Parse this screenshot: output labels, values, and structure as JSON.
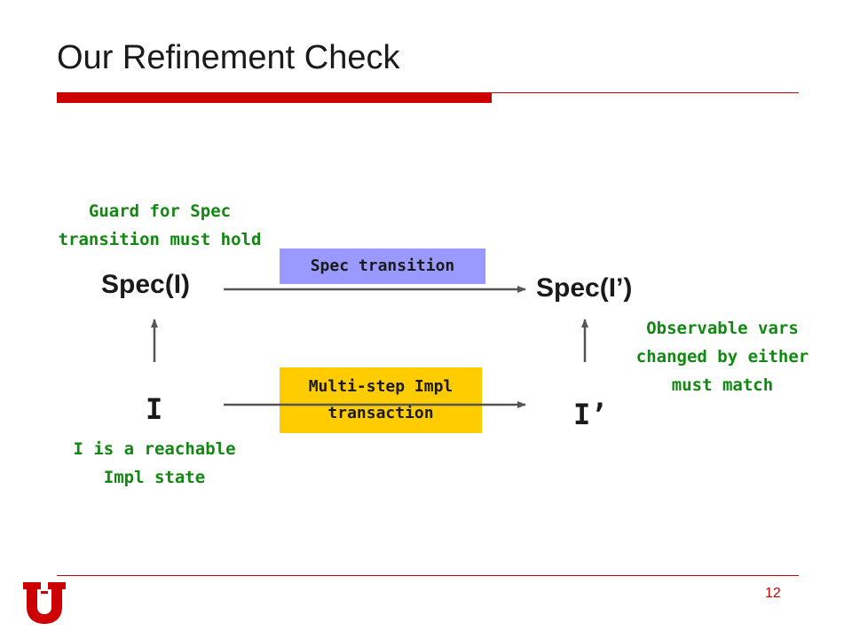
{
  "slide": {
    "title": "Our Refinement Check",
    "page_number": "12"
  },
  "nodes": {
    "spec_i": "Spec(I)",
    "spec_i_prime": "Spec(I’)",
    "impl_i": "I",
    "impl_i_prime": "I’"
  },
  "transitions": {
    "spec_label": "Spec transition",
    "impl_label_line1": "Multi-step Impl",
    "impl_label_line2": "transaction"
  },
  "annotations": {
    "guard_line1": "Guard for Spec",
    "guard_line2": "transition must hold",
    "observable_line1": "Observable vars",
    "observable_line2": "changed by either",
    "observable_line3": "must match",
    "reachable_line1": "I is a reachable",
    "reachable_line2": "Impl state"
  },
  "colors": {
    "accent_red": "#cc0000",
    "annotation_green": "#118811",
    "spec_box": "#9999ff",
    "impl_box": "#ffcc00",
    "arrow": "#555555"
  },
  "logo": {
    "icon": "university-of-utah-u-logo"
  }
}
